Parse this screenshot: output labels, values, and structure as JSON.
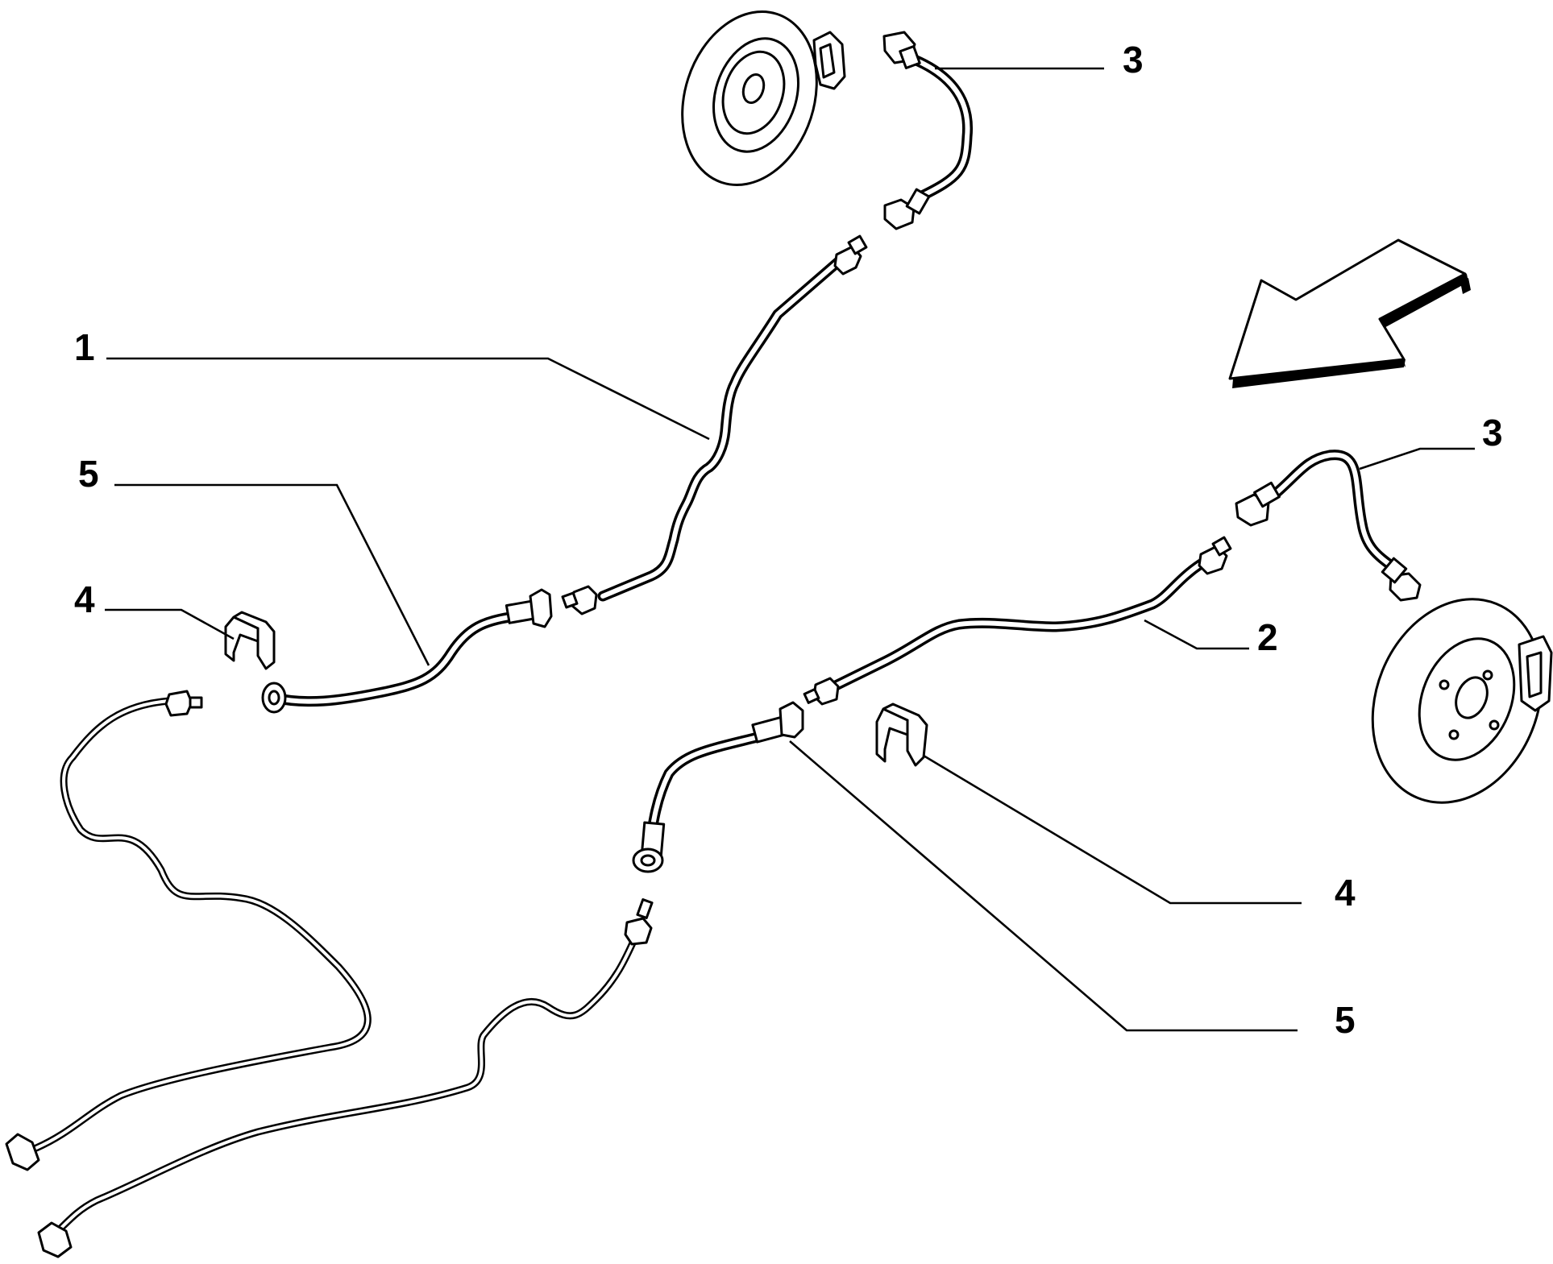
{
  "callouts": {
    "label_1": "1",
    "label_2": "2",
    "label_3_top": "3",
    "label_3_right": "3",
    "label_4_left": "4",
    "label_4_right": "4",
    "label_5_left": "5",
    "label_5_right": "5"
  },
  "colors": {
    "ink": "#000000",
    "paper": "#ffffff"
  },
  "icons": {
    "direction": "direction-arrow-icon",
    "disc_front": "brake-disc-icon",
    "disc_rear": "brake-disc-icon",
    "clip": "retaining-clip-icon"
  }
}
